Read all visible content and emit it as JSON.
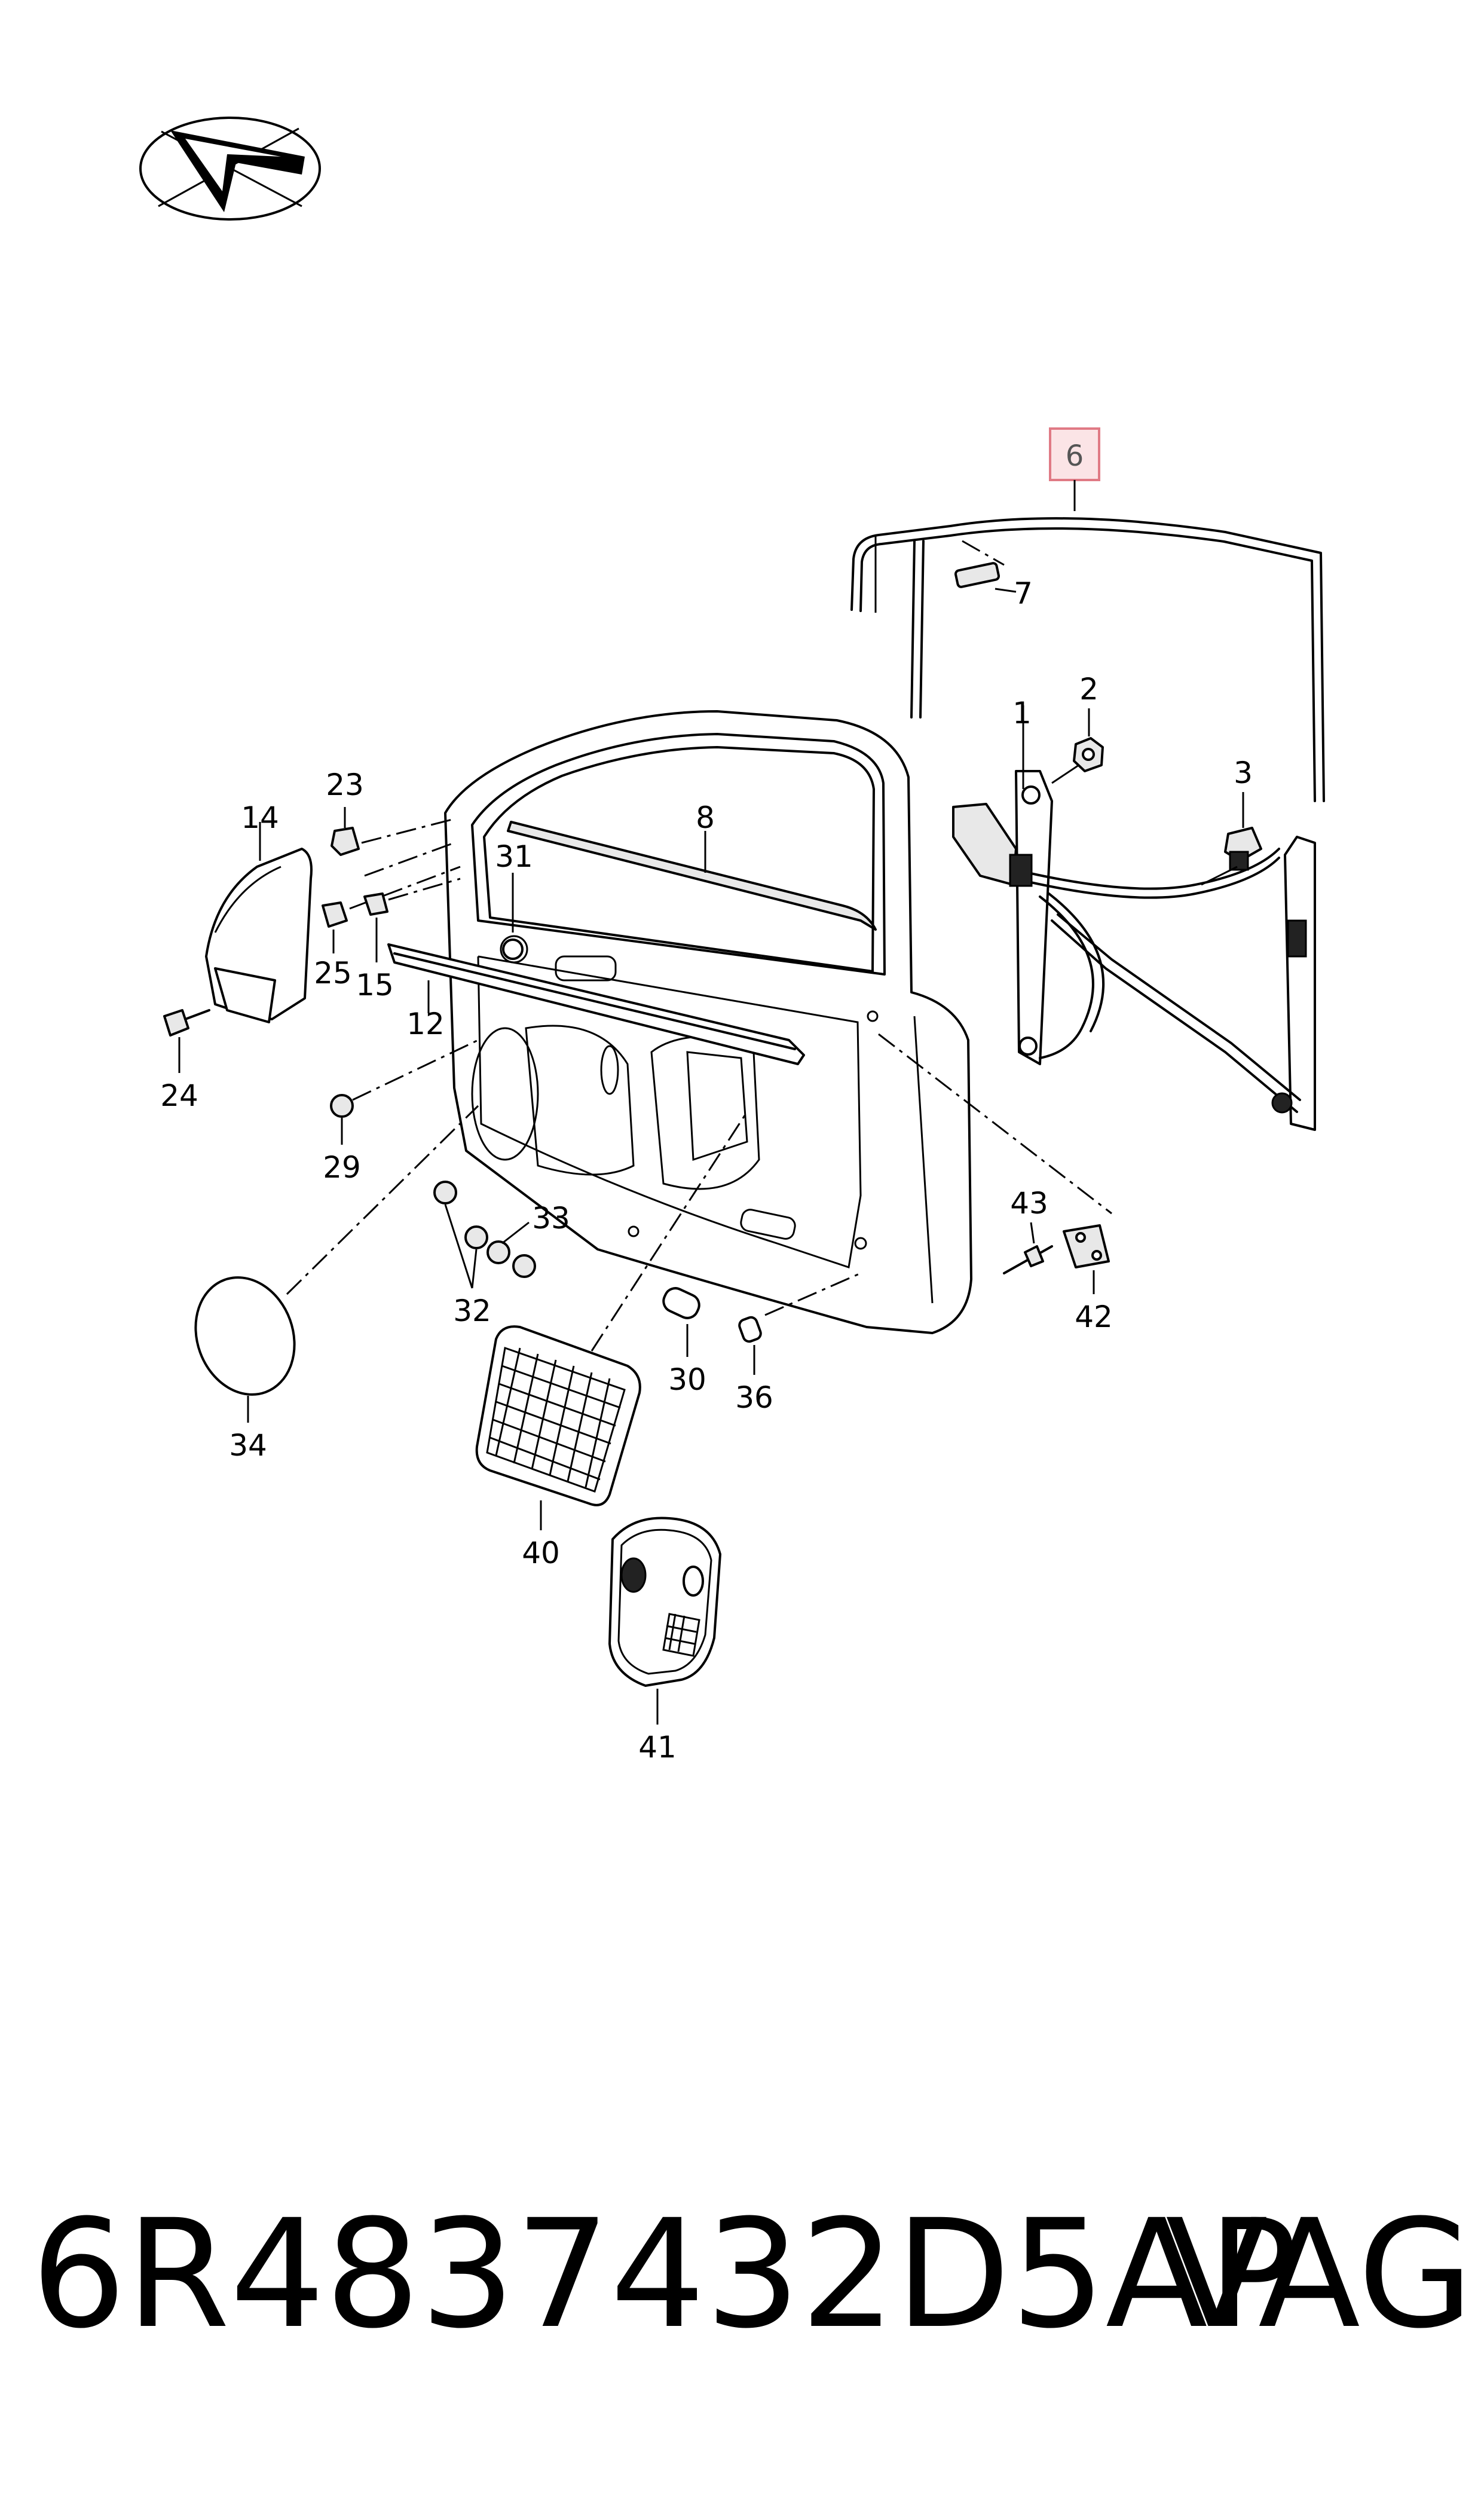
{
  "diagram": {
    "callouts": {
      "c1": "1",
      "c2": "2",
      "c3": "3",
      "c6": "6",
      "c7": "7",
      "c8": "8",
      "c12": "12",
      "c14": "14",
      "c15": "15",
      "c23": "23",
      "c24": "24",
      "c25": "25",
      "c29": "29",
      "c30": "30",
      "c31": "31",
      "c32": "32",
      "c33": "33",
      "c34": "34",
      "c36": "36",
      "c40": "40",
      "c41": "41",
      "c42": "42",
      "c43": "43"
    },
    "highlighted_callout": "6",
    "highlight_color": "#fbe4e6",
    "logo_icon": "direction-arrow-logo"
  },
  "footer": {
    "part_number": "6R4837432D5AP",
    "brand": "VAG"
  }
}
